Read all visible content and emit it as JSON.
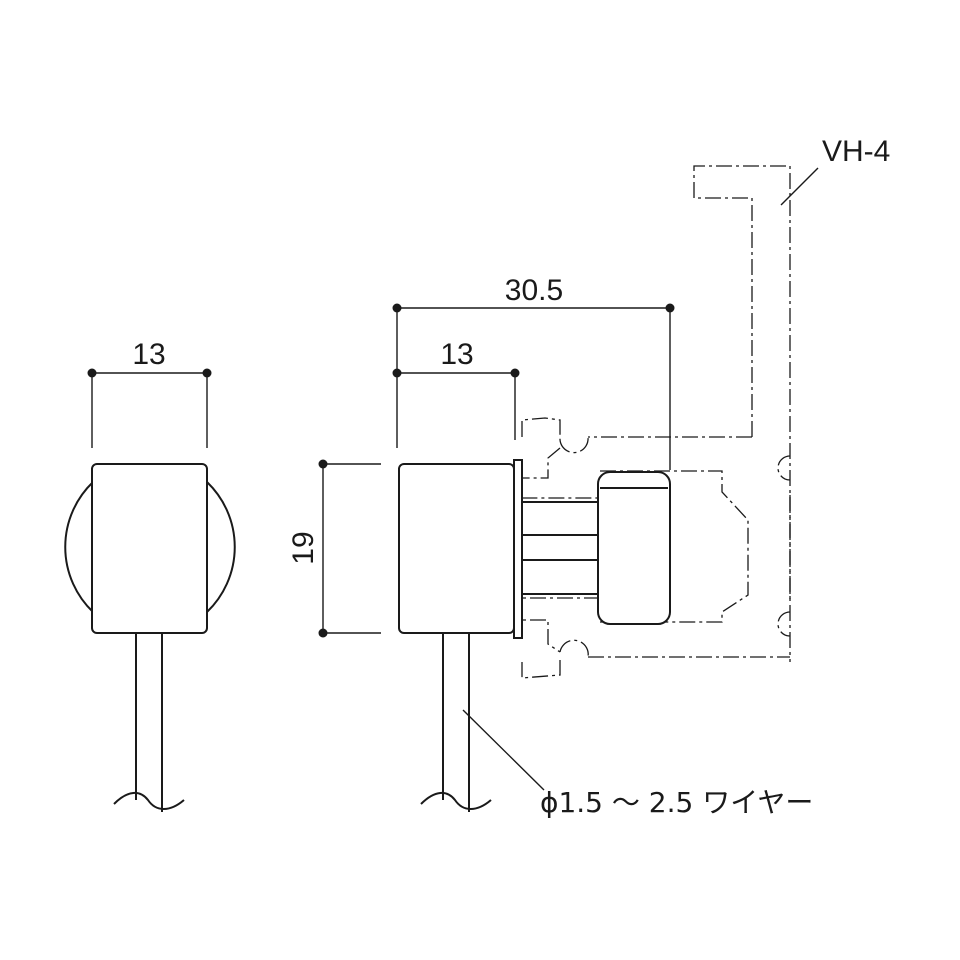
{
  "diagram": {
    "labels": {
      "front_width": "13",
      "side_width": "13",
      "overall_depth": "30.5",
      "height": "19",
      "hanger_model": "VH-4",
      "wire_spec": "ϕ1.5 ～ 2.5 ワイヤー"
    },
    "colors": {
      "line": "#1a1a1a",
      "background": "#ffffff"
    }
  }
}
